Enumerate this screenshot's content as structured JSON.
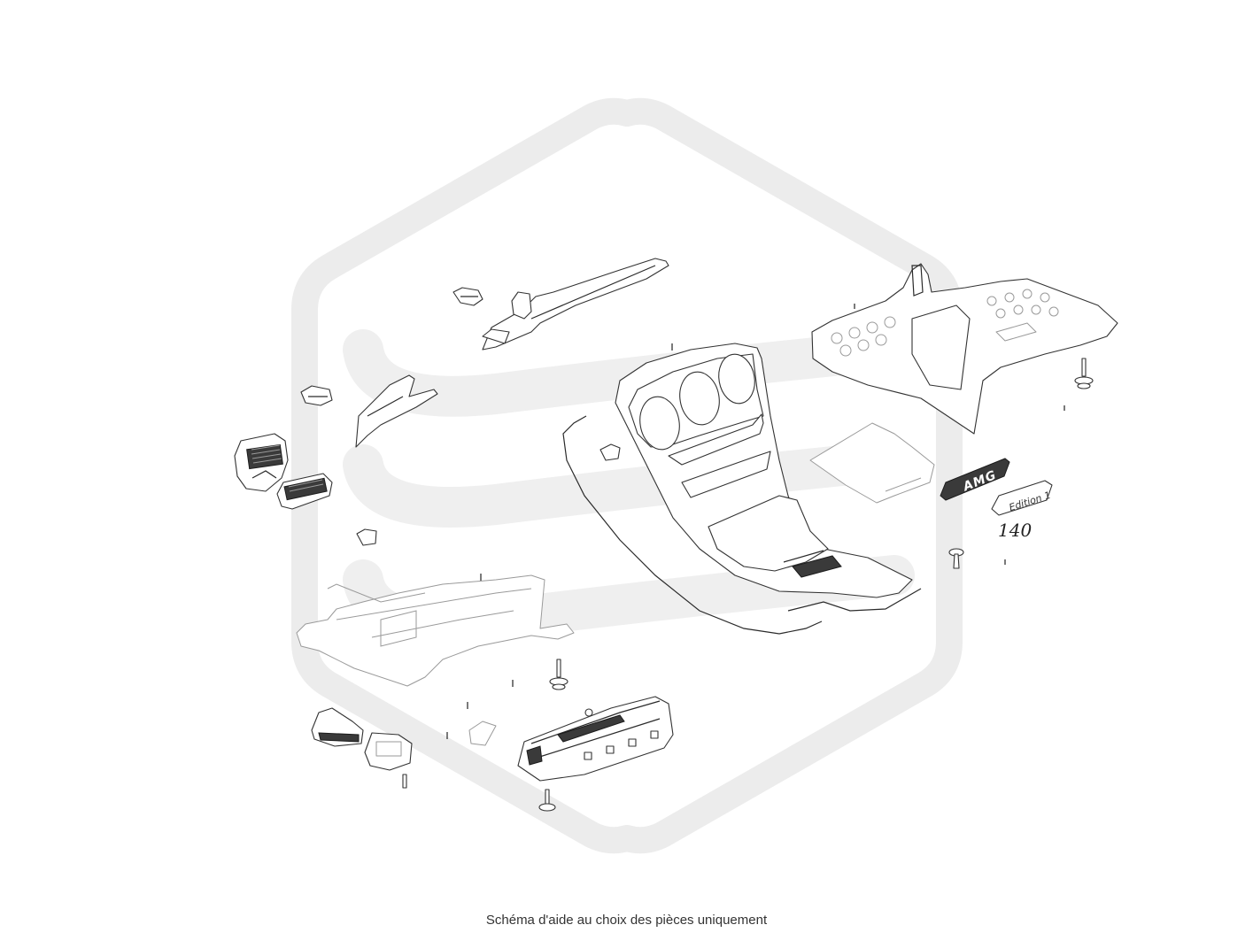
{
  "caption": "Schéma d'aide au choix des pièces uniquement",
  "part_reference": "140",
  "badges": {
    "amg": "AMG",
    "edition": "Edition 1"
  },
  "colors": {
    "background": "#ffffff",
    "linework": "#333333",
    "watermark": "#ececec",
    "caption_text": "#333333"
  }
}
